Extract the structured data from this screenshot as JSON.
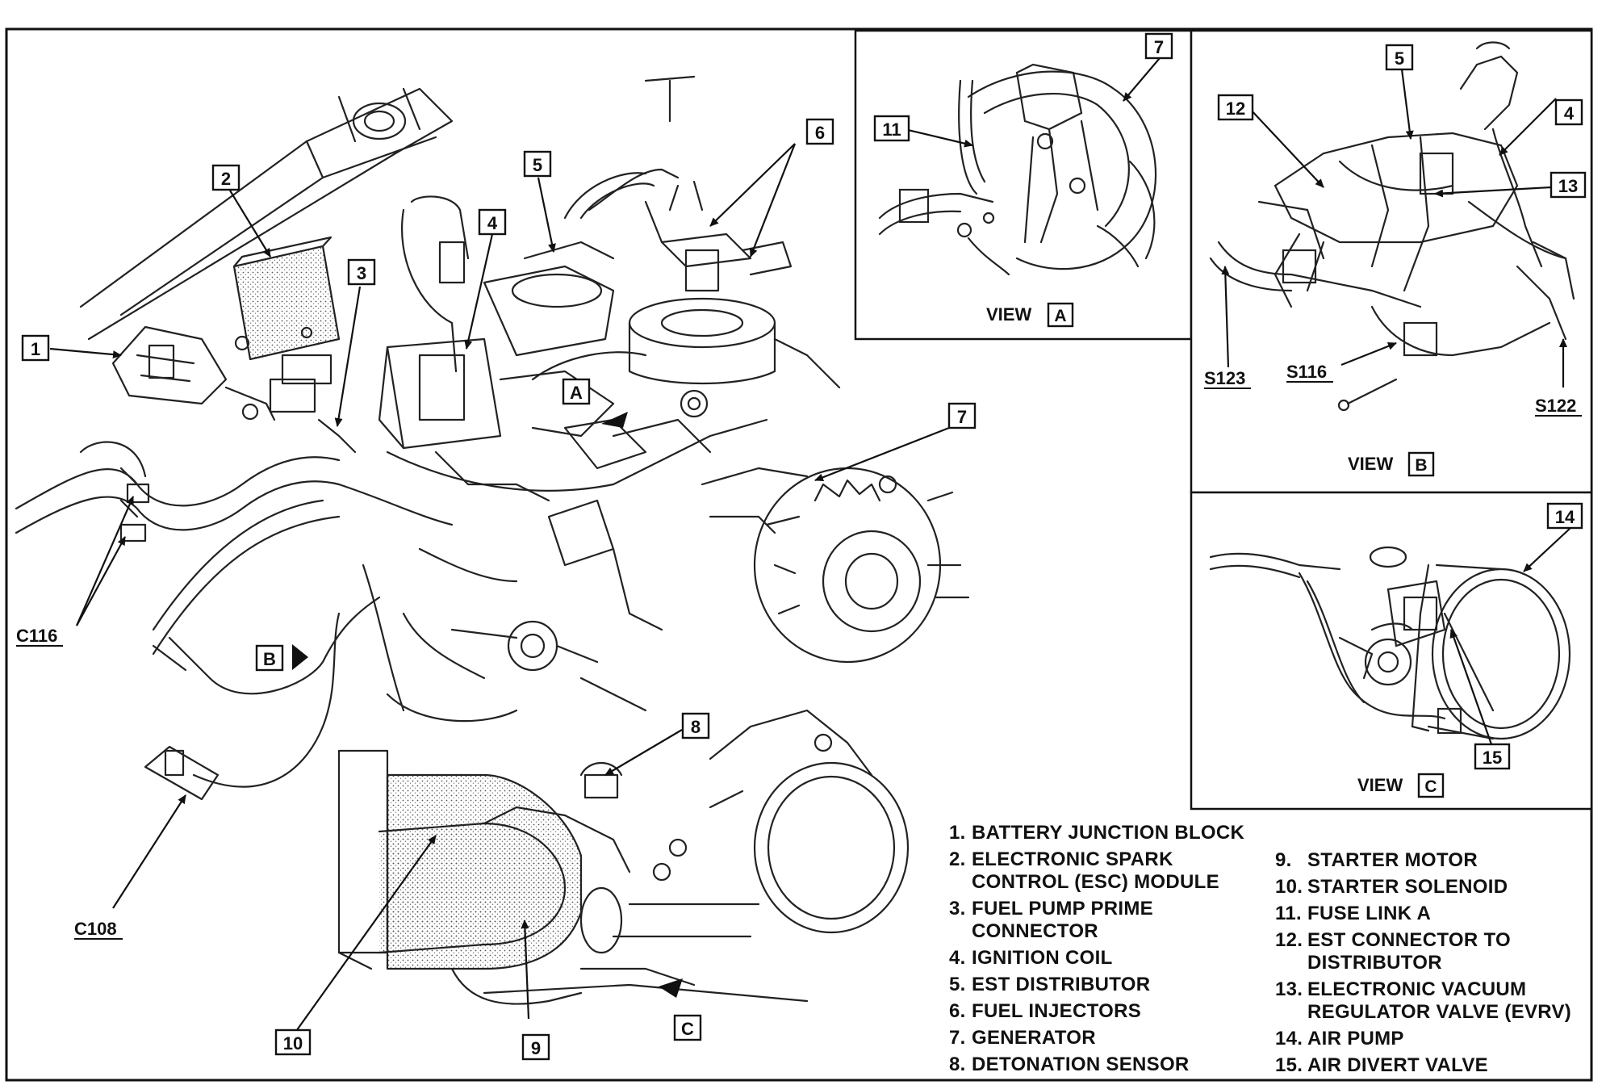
{
  "callouts": {
    "c1": "1",
    "c2": "2",
    "c3": "3",
    "c4": "4",
    "c5": "5",
    "c6": "6",
    "c7": "7",
    "c8": "8",
    "c9": "9",
    "c10": "10",
    "va7": "7",
    "va11": "11",
    "vb5": "5",
    "vb12": "12",
    "vb4": "4",
    "vb13": "13",
    "vc14": "14",
    "vc15": "15"
  },
  "connectors": {
    "c116": "C116",
    "c108": "C108",
    "s123": "S123",
    "s116": "S116",
    "s122": "S122"
  },
  "view_markers": {
    "a": "A",
    "b": "B",
    "c": "C"
  },
  "views": {
    "a": {
      "word": "VIEW",
      "letter": "A"
    },
    "b": {
      "word": "VIEW",
      "letter": "B"
    },
    "c": {
      "word": "VIEW",
      "letter": "C"
    }
  },
  "legend": {
    "left": [
      {
        "num": "1.",
        "text": "BATTERY JUNCTION BLOCK"
      },
      {
        "num": "2.",
        "text": "ELECTRONIC SPARK\nCONTROL (ESC) MODULE"
      },
      {
        "num": "3.",
        "text": "FUEL PUMP PRIME\nCONNECTOR"
      },
      {
        "num": "4.",
        "text": "IGNITION COIL"
      },
      {
        "num": "5.",
        "text": "EST DISTRIBUTOR"
      },
      {
        "num": "6.",
        "text": "FUEL INJECTORS"
      },
      {
        "num": "7.",
        "text": "GENERATOR"
      },
      {
        "num": "8.",
        "text": "DETONATION SENSOR"
      }
    ],
    "right": [
      {
        "num": "9.",
        "text": "STARTER MOTOR"
      },
      {
        "num": "10.",
        "text": "STARTER SOLENOID"
      },
      {
        "num": "11.",
        "text": "FUSE LINK A"
      },
      {
        "num": "12.",
        "text": "EST CONNECTOR TO\nDISTRIBUTOR"
      },
      {
        "num": "13.",
        "text": "ELECTRONIC VACUUM\nREGULATOR VALVE (EVRV)"
      },
      {
        "num": "14.",
        "text": "AIR PUMP"
      },
      {
        "num": "15.",
        "text": "AIR DIVERT VALVE"
      }
    ]
  }
}
